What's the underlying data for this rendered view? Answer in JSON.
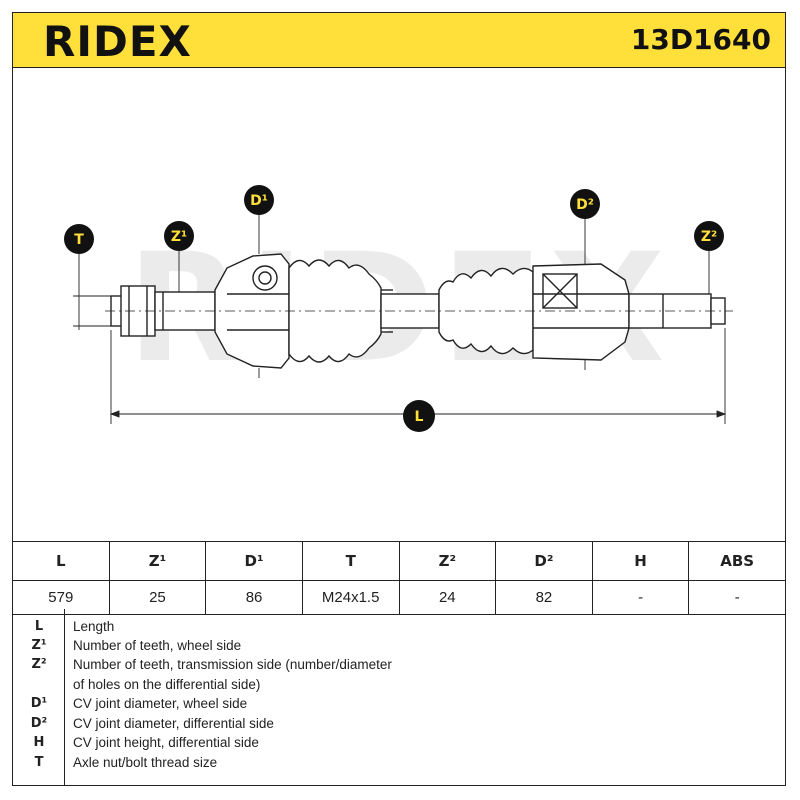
{
  "header": {
    "brand": "RIDEX",
    "part_number": "13D1640"
  },
  "colors": {
    "accent": "#ffe03a",
    "ink": "#222222",
    "watermark": "#e6e6e6"
  },
  "drawing": {
    "watermark": "RIDEX",
    "labels": {
      "T": "T",
      "Z1": "Z¹",
      "D1": "D¹",
      "D2": "D²",
      "Z2": "Z²",
      "L": "L"
    }
  },
  "table": {
    "headers": [
      "L",
      "Z¹",
      "D¹",
      "T",
      "Z²",
      "D²",
      "H",
      "ABS"
    ],
    "values": [
      "579",
      "25",
      "86",
      "M24x1.5",
      "24",
      "82",
      "-",
      "-"
    ]
  },
  "legend": [
    {
      "symbol": "L",
      "text": "Length"
    },
    {
      "symbol": "Z¹",
      "text": "Number of teeth, wheel side"
    },
    {
      "symbol": "Z²",
      "text": "Number of teeth, transmission side (number/diameter"
    },
    {
      "symbol": "",
      "text": "of holes on the differential side)"
    },
    {
      "symbol": "D¹",
      "text": "CV joint diameter, wheel side"
    },
    {
      "symbol": "D²",
      "text": "CV joint diameter, differential side"
    },
    {
      "symbol": "H",
      "text": "CV joint height, differential side"
    },
    {
      "symbol": "T",
      "text": "Axle nut/bolt thread size"
    }
  ]
}
